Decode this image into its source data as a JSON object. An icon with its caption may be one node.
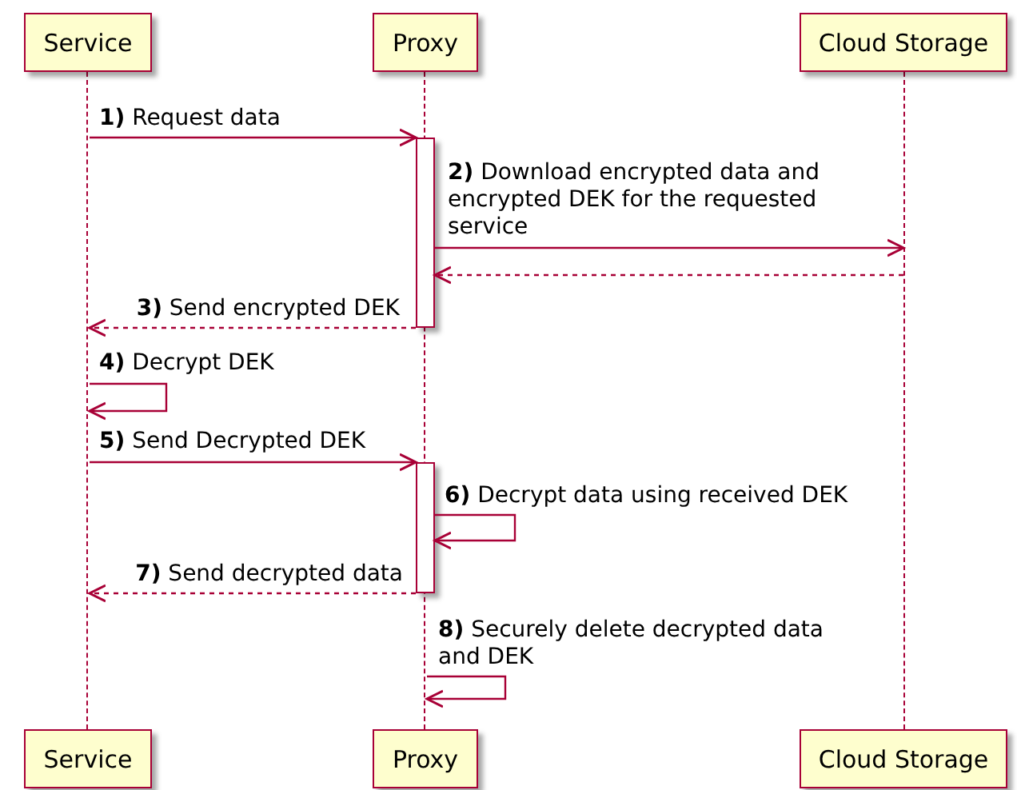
{
  "diagram": {
    "nodes": [
      {
        "text": [
          "Service"
        ]
      },
      {
        "text": [
          "Proxy"
        ]
      },
      {
        "text": [
          "Cloud Storage"
        ]
      },
      {
        "text": [
          "Service"
        ]
      },
      {
        "text": [
          "Proxy"
        ]
      },
      {
        "text": [
          "Cloud Storage"
        ]
      },
      {
        "text": [],
        "shape": "line"
      },
      {
        "text": [],
        "shape": "line"
      },
      {
        "text": [],
        "shape": "line"
      },
      {
        "text": [],
        "shape": "bar"
      },
      {
        "text": [],
        "shape": "bar"
      }
    ],
    "edges": [
      {
        "from": 6,
        "to": 9,
        "arrow": "to",
        "label": "**1)** Request data"
      },
      {
        "from": 9,
        "to": 8,
        "arrow": "to",
        "label": "**2)** Download encrypted data and encrypted DEK for the requested service"
      },
      {
        "from": 8,
        "to": 9,
        "arrow": "to",
        "style": "dashed"
      },
      {
        "from": 9,
        "to": 6,
        "arrow": "to",
        "style": "dashed",
        "label": "**3)** Send encrypted DEK"
      },
      {
        "from": 6,
        "to": 6,
        "arrow": "to",
        "label": "**4)** Decrypt DEK"
      },
      {
        "from": 6,
        "to": 10,
        "arrow": "to",
        "label": "**5)** Send Decrypted DEK"
      },
      {
        "from": 10,
        "to": 10,
        "arrow": "to",
        "label": "**6)** Decrypt data using received DEK"
      },
      {
        "from": 10,
        "to": 6,
        "arrow": "to",
        "style": "dashed",
        "label": "**7)** Send decrypted data"
      },
      {
        "from": 7,
        "to": 7,
        "arrow": "to",
        "label": "**8)** Securely delete decrypted data and DEK"
      }
    ]
  }
}
